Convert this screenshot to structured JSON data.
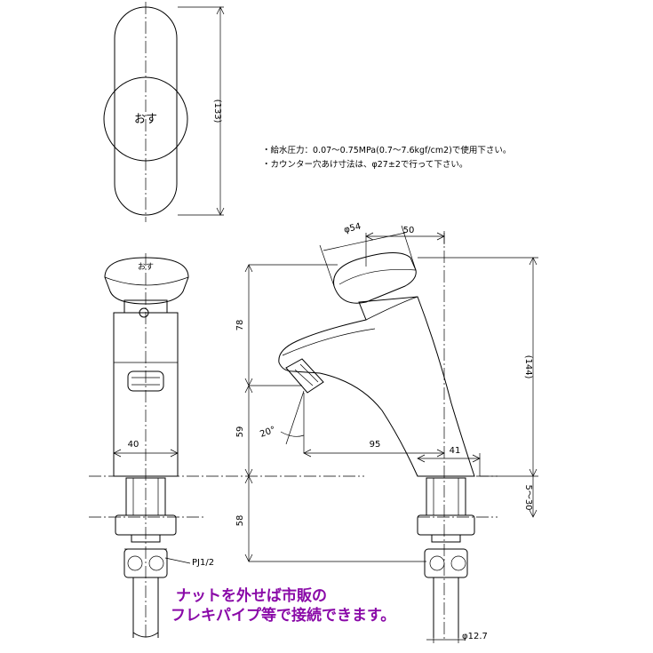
{
  "top_view": {
    "button_label": "おす",
    "height_dim": "(133)"
  },
  "notes": [
    "・給水圧力：0.07～0.75MPa(0.7～7.6kgf/cm2)で使用下さい。",
    "・カウンター穴あけ寸法は、φ27±2で行って下さい。"
  ],
  "front_view": {
    "button_label": "おす",
    "width_dim": "40",
    "thread_label": "PJ1/2"
  },
  "side_view": {
    "dims": {
      "button_dia": "φ54",
      "button_offset": "50",
      "upper_height": "78",
      "spout_height": "59",
      "angle": "20°",
      "spout_reach": "95",
      "body_width": "41",
      "total_height": "(144)",
      "counter_thickness": "5～30",
      "below_counter": "58",
      "pipe_dia": "φ12.7"
    }
  },
  "caption": {
    "line1": "ナットを外せば市販の",
    "line2": "フレキパイプ等で接続できます。"
  }
}
